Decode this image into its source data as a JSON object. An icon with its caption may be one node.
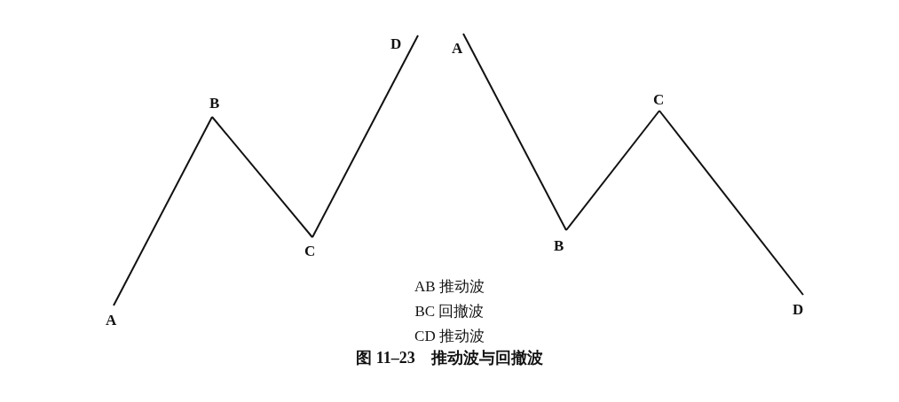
{
  "diagram": {
    "caption": "图 11–23　推动波与回撤波",
    "nodes": [
      {
        "text": [
          "A"
        ]
      },
      {
        "text": [
          "B"
        ]
      },
      {
        "text": [
          "C"
        ]
      },
      {
        "text": [
          "D"
        ]
      },
      {
        "text": [
          "A"
        ]
      },
      {
        "text": [
          "B"
        ]
      },
      {
        "text": [
          "C"
        ]
      },
      {
        "text": [
          "D"
        ]
      }
    ],
    "edges": [
      {
        "from": 0,
        "to": 1,
        "arrow": "none"
      },
      {
        "from": 1,
        "to": 2,
        "arrow": "none"
      },
      {
        "from": 2,
        "to": 3,
        "arrow": "none"
      },
      {
        "from": 4,
        "to": 5,
        "arrow": "none"
      },
      {
        "from": 5,
        "to": 6,
        "arrow": "none"
      },
      {
        "from": 6,
        "to": 7,
        "arrow": "none"
      }
    ],
    "labels": [
      "AB 推动波",
      "BC 回撤波",
      "CD 推动波"
    ]
  }
}
